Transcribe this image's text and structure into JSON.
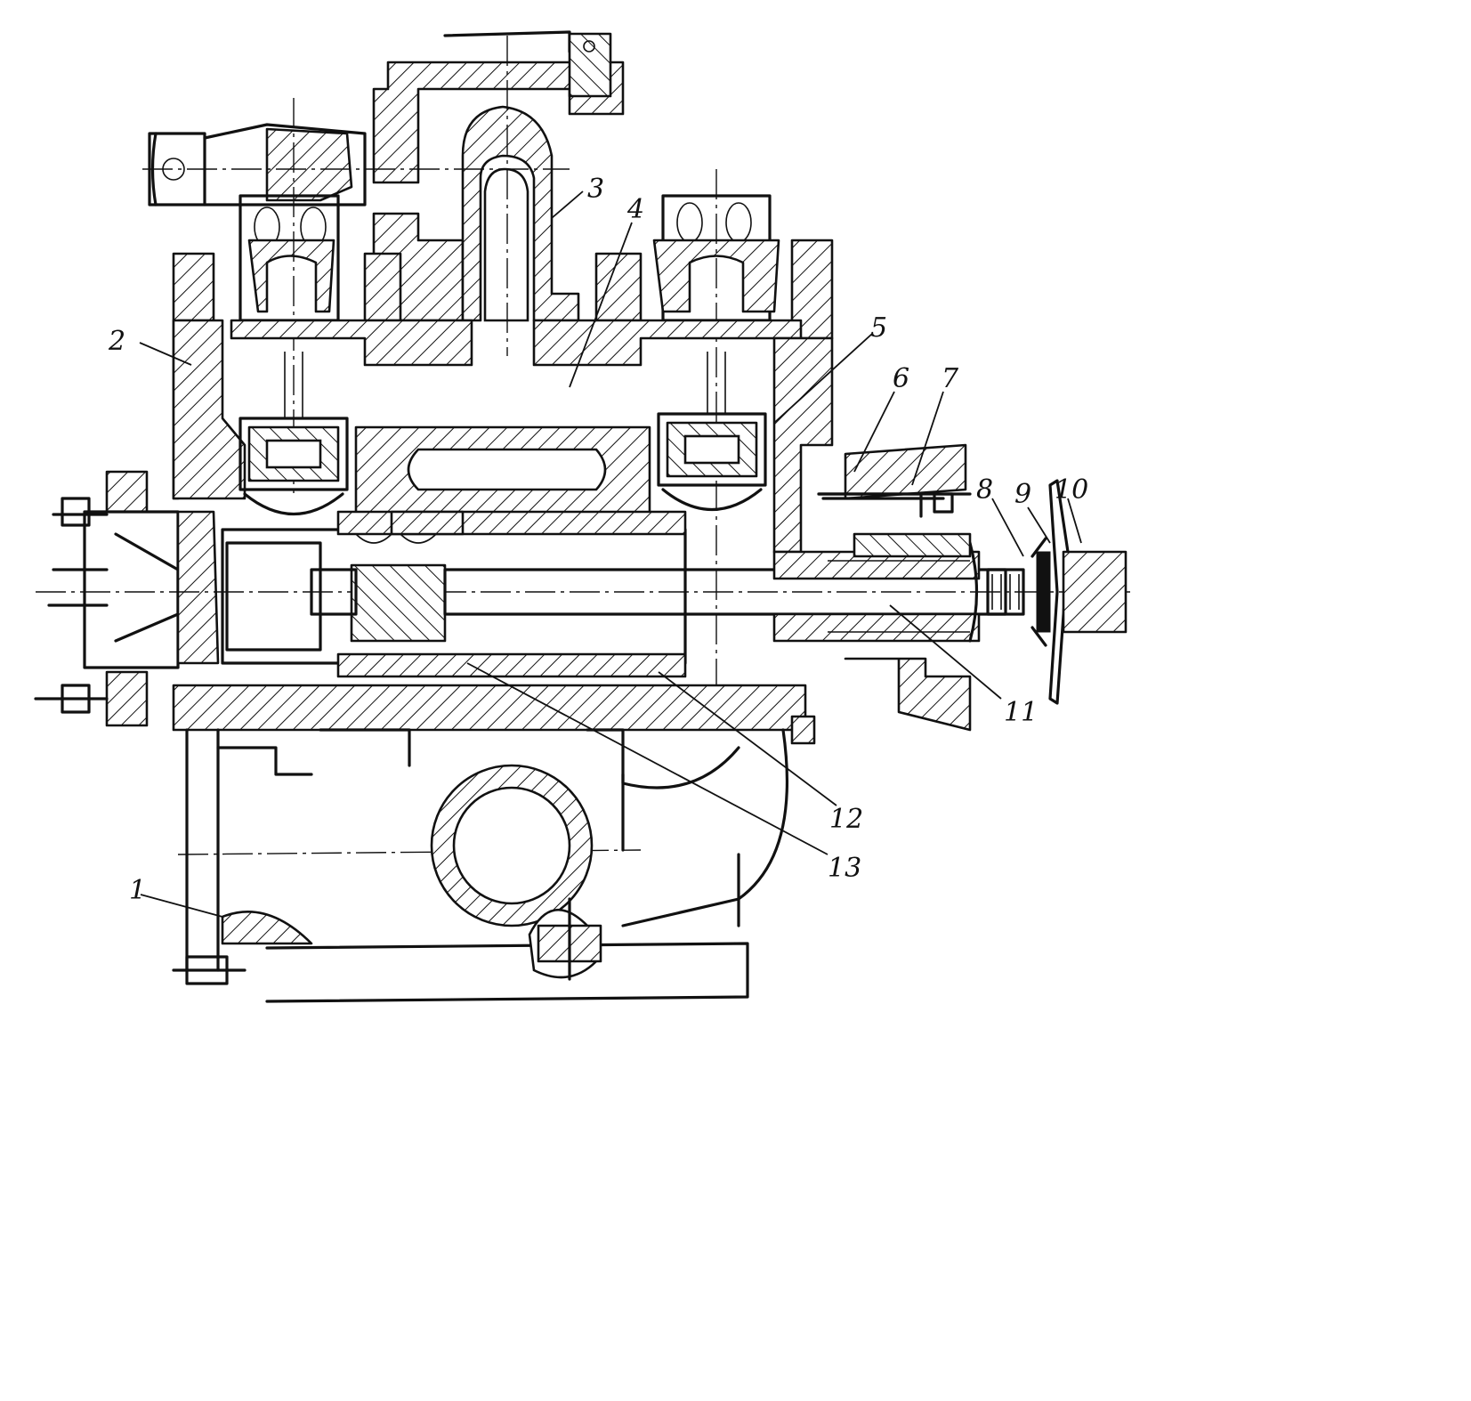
{
  "drawing": {
    "callouts": [
      {
        "id": "c1",
        "label": "1"
      },
      {
        "id": "c2",
        "label": "2"
      },
      {
        "id": "c3",
        "label": "3"
      },
      {
        "id": "c4",
        "label": "4"
      },
      {
        "id": "c5",
        "label": "5"
      },
      {
        "id": "c6",
        "label": "6"
      },
      {
        "id": "c7",
        "label": "7"
      },
      {
        "id": "c8",
        "label": "8"
      },
      {
        "id": "c9",
        "label": "9"
      },
      {
        "id": "c10",
        "label": "10"
      },
      {
        "id": "c11",
        "label": "11"
      },
      {
        "id": "c12",
        "label": "12"
      },
      {
        "id": "c13",
        "label": "13"
      }
    ]
  }
}
